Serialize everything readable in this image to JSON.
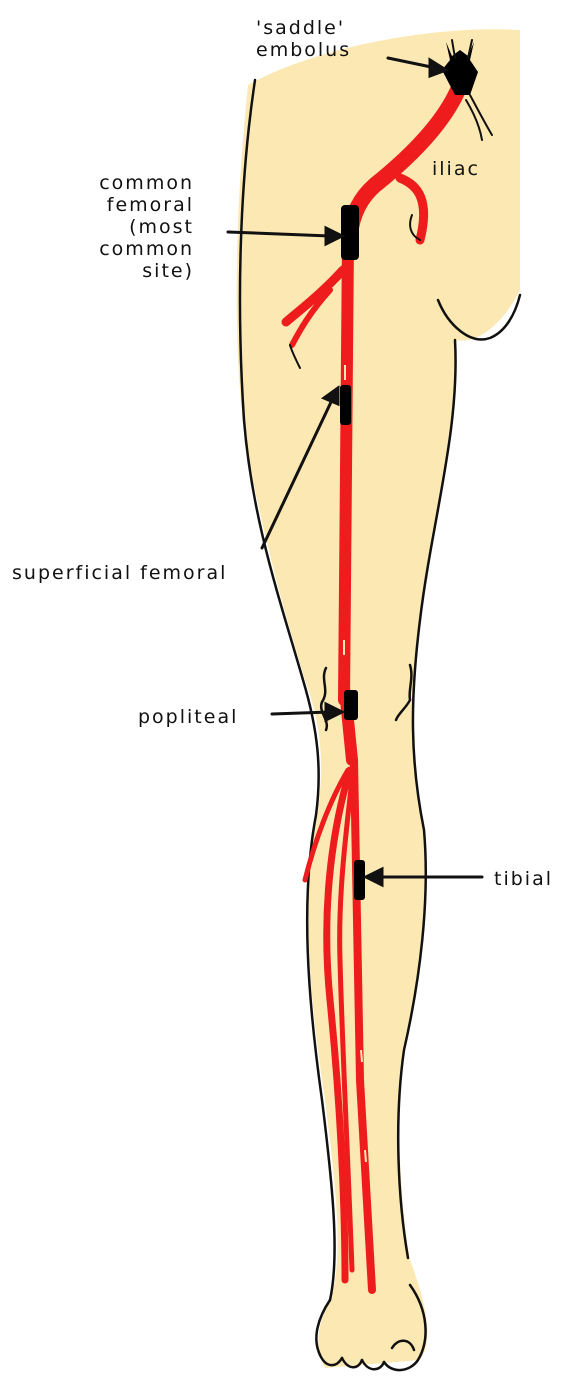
{
  "colors": {
    "skin": "#fce8b2",
    "artery": "#ee1c1c",
    "outline": "#111111",
    "embolus": "#000000"
  },
  "labels": {
    "saddle_embolus": "'saddle'\nembolus",
    "iliac": "iliac",
    "common_femoral": "common\nfemoral\n(most\ncommon\nsite)",
    "superficial_femoral": "superficial femoral",
    "popliteal": "popliteal",
    "tibial": "tibial"
  }
}
